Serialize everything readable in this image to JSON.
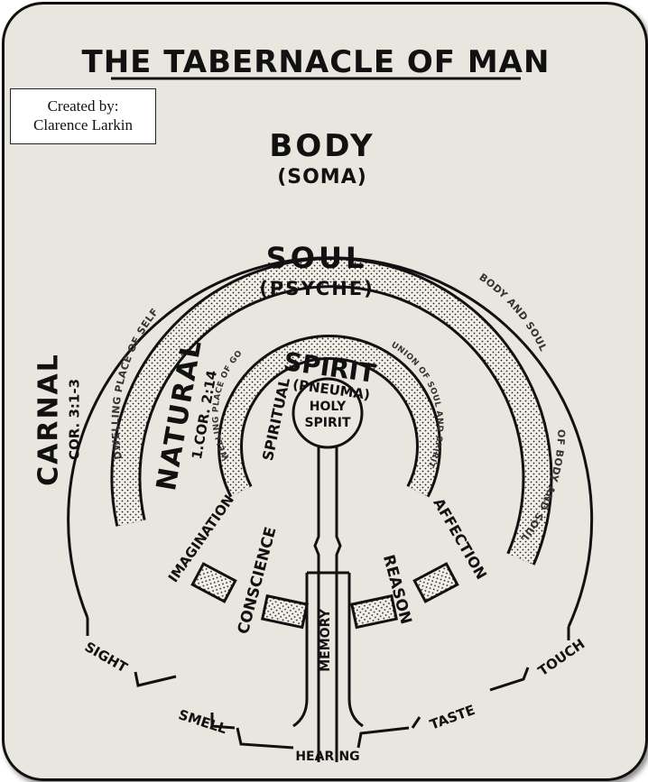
{
  "title": "The Tabernacle Of Man",
  "credit": {
    "line1": "Created by:",
    "line2": "Clarence Larkin"
  },
  "body": {
    "label": "Body",
    "sub": "(Soma)"
  },
  "soul": {
    "label": "Soul",
    "sub": "(Psyche)"
  },
  "spirit": {
    "label": "Spirit",
    "sub": "(Pneuma)",
    "core_line1": "Holy",
    "core_line2": "Spirit"
  },
  "carnal": {
    "label": "Carnal",
    "ref": "Cor. 3:1-3"
  },
  "natural": {
    "label": "Natural",
    "ref": "1.Cor. 2:14"
  },
  "spiritual": {
    "label": "Spiritual"
  },
  "soul_ring_left": "Dwelling Place Of Self",
  "soul_ring_right": "Body And Soul",
  "soul_ring_right_bottom": "Of Body And Soul",
  "spirit_ring_left": "Dwelling Place Of God",
  "spirit_ring_right": "Union Of Soul And Spirit",
  "faculties": {
    "imagination": "Imagination",
    "conscience": "Conscience",
    "memory": "Memory",
    "reason": "Reason",
    "affection": "Affection"
  },
  "senses": {
    "sight": "Sight",
    "smell": "Smell",
    "hearing": "Hearing",
    "taste": "Taste",
    "touch": "Touch"
  }
}
